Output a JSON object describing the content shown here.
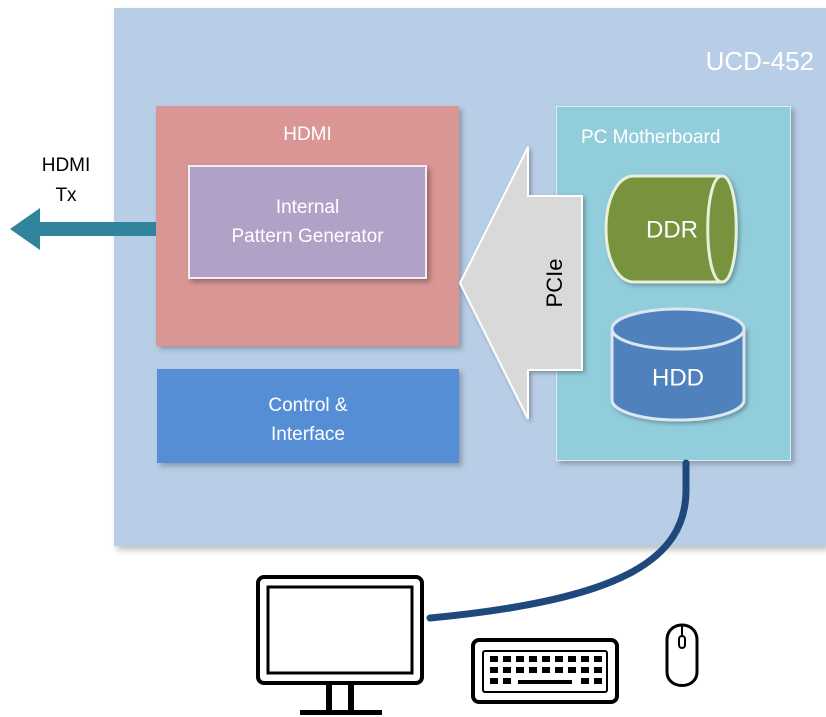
{
  "diagram": {
    "system_title": "UCD-452",
    "hdmi_block": {
      "label": "HDMI"
    },
    "pattern_generator": {
      "line1": "Internal",
      "line2": "Pattern Generator"
    },
    "control_block": {
      "line1": "Control &",
      "line2": "Interface"
    },
    "motherboard": {
      "label": "PC Motherboard"
    },
    "ddr_label": "DDR",
    "hdd_label": "HDD",
    "pcie_label": "PCIe",
    "hdmi_output": {
      "line1": "HDMI",
      "line2": "Tx"
    }
  },
  "colors": {
    "outer_bg": "#b8cde6",
    "hdmi_block": "#d99694",
    "pattern_generator": "#b2a1c7",
    "control_block": "#558ed5",
    "motherboard": "#92cddc",
    "ddr": "#77933c",
    "hdd": "#4f81bd",
    "output_arrow": "#31849b",
    "cable": "#1f497d"
  },
  "icons": [
    "monitor-icon",
    "keyboard-icon",
    "mouse-icon",
    "output-arrow-icon"
  ]
}
